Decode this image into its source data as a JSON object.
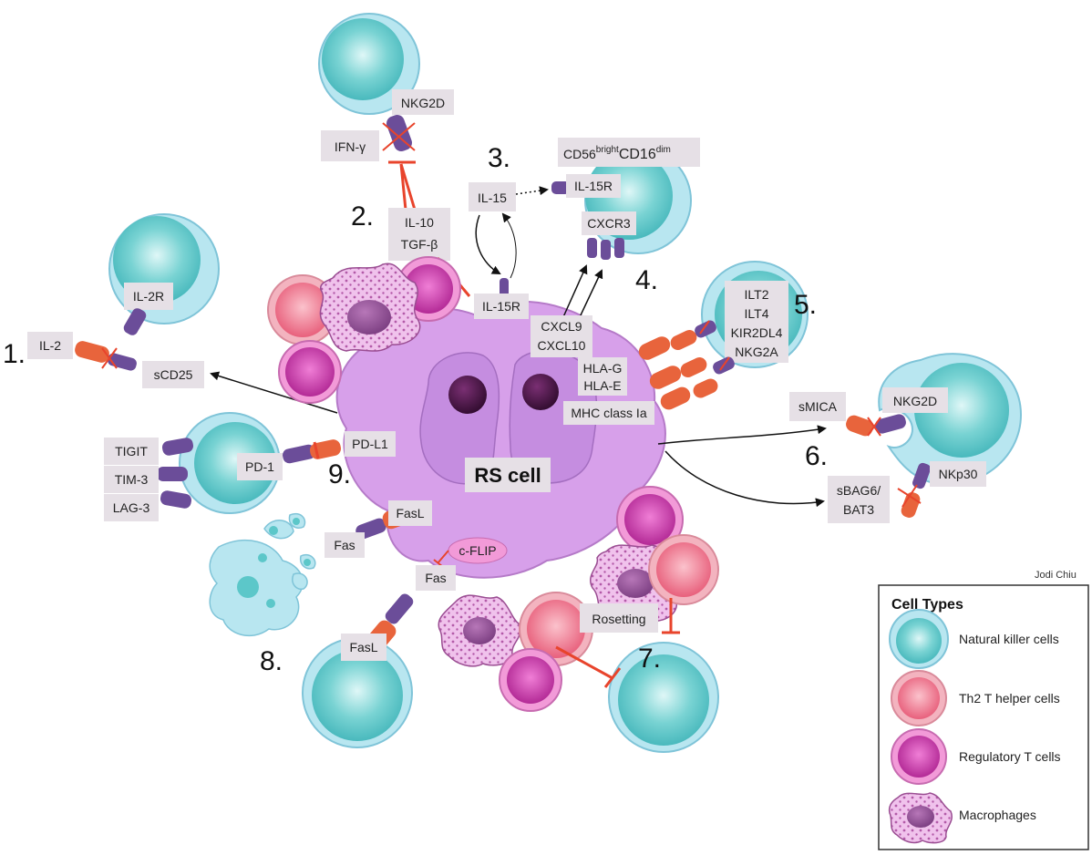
{
  "diagram": {
    "center_label": "RS cell",
    "credit": "Jodi Chiu",
    "numbers": {
      "n1": "1.",
      "n2": "2.",
      "n3": "3.",
      "n4": "4.",
      "n5": "5.",
      "n6": "6.",
      "n7": "7.",
      "n8": "8.",
      "n9": "9."
    },
    "labels": {
      "il2": "IL-2",
      "sCD25": "sCD25",
      "il2r": "IL-2R",
      "nkg2d_top": "NKG2D",
      "ifn": "IFN-γ",
      "il10": "IL-10",
      "tgf": "TGF-β",
      "il15": "IL-15",
      "il15r_top": "IL-15R",
      "il15r_rs": "IL-15R",
      "cd56_main": "CD56",
      "cd56_sup1": "bright",
      "cd56_mid": "CD16",
      "cd56_sup2": "dim",
      "cxcr3": "CXCR3",
      "cxcl9": "CXCL9",
      "cxcl10": "CXCL10",
      "ilt2": "ILT2",
      "ilt4": "ILT4",
      "kir2dl4": "KIR2DL4",
      "nkg2a": "NKG2A",
      "hlag": "HLA-G",
      "hlae": "HLA-E",
      "mhc": "MHC class Ia",
      "smica": "sMICA",
      "nkg2d_right": "NKG2D",
      "nkp30": "NKp30",
      "sbag6_1": "sBAG6/",
      "sbag6_2": "BAT3",
      "tigit": "TIGIT",
      "tim3": "TIM-3",
      "lag3": "LAG-3",
      "pd1": "PD-1",
      "pdl1": "PD-L1",
      "fasl_top": "FasL",
      "fas_left": "Fas",
      "cflip": "c-FLIP",
      "fas_bottom": "Fas",
      "fasl_bottom": "FasL",
      "rosetting": "Rosetting"
    }
  },
  "legend": {
    "title": "Cell Types",
    "items": [
      {
        "label": "Natural killer cells",
        "icon": "nk-cell-icon"
      },
      {
        "label": "Th2 T helper cells",
        "icon": "th2-cell-icon"
      },
      {
        "label": "Regulatory T cells",
        "icon": "treg-cell-icon"
      },
      {
        "label": "Macrophages",
        "icon": "macrophage-icon"
      }
    ]
  },
  "colors": {
    "nk_outer": "#b8e6f0",
    "nk_inner": "#5cc7c9",
    "th2_outer": "#f3b3bf",
    "th2_inner": "#ec6f86",
    "treg_outer": "#f29ad8",
    "treg_inner": "#c83aa8",
    "rs_body": "#d49ae6",
    "rs_nucleus": "#c28ad6",
    "rs_nucleolus": "#5a1f55",
    "receptor": "#6b4d99",
    "ligand": "#e8643c",
    "inhibit": "#e8442c",
    "label_box": "#e6e0e6"
  }
}
